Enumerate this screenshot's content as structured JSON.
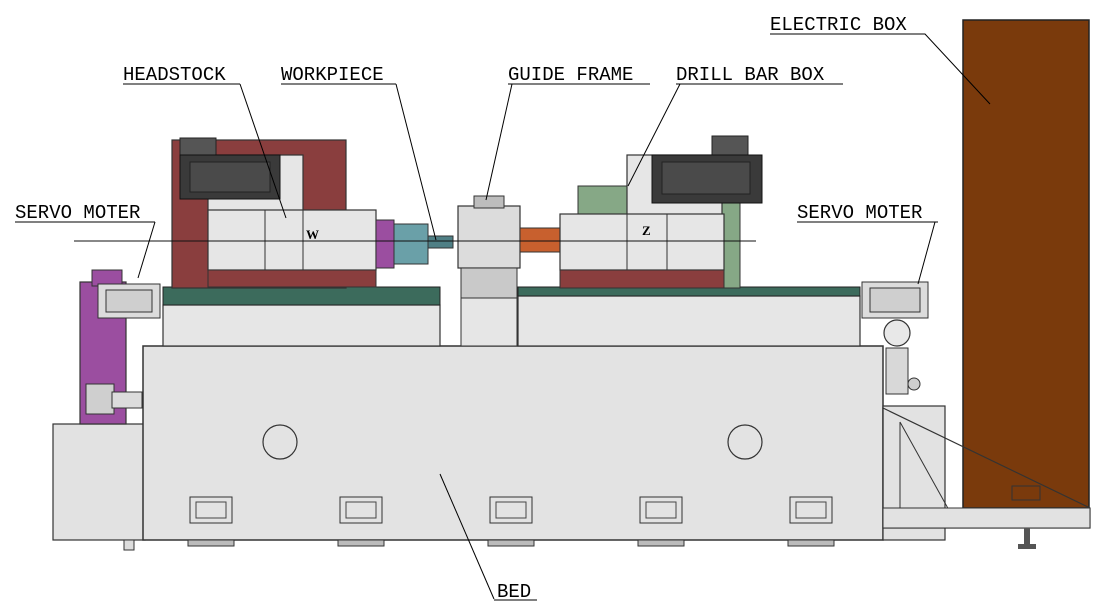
{
  "labels": {
    "electric_box": "ELECTRIC BOX",
    "headstock": "HEADSTOCK",
    "workpiece": "WORKPIECE",
    "guide_frame": "GUIDE FRAME",
    "drill_bar_box": "DRILL BAR BOX",
    "servo_left": "SERVO MOTER",
    "servo_right": "SERVO MOTER",
    "bed": "BED"
  },
  "markers": {
    "headstock_axis": "W",
    "drill_axis": "Z"
  },
  "colors": {
    "electric_box": "#7a3a0c",
    "machine_body": "#e3e3e3",
    "rail": "#3c6b5c",
    "headstock_panel": "#8a3e3e",
    "drill_panel": "#86a886",
    "motor": "#3a3a3a",
    "servo_column": "#9b4ea0",
    "spindle": "#6aa0a8",
    "chuck": "#c8602e"
  }
}
